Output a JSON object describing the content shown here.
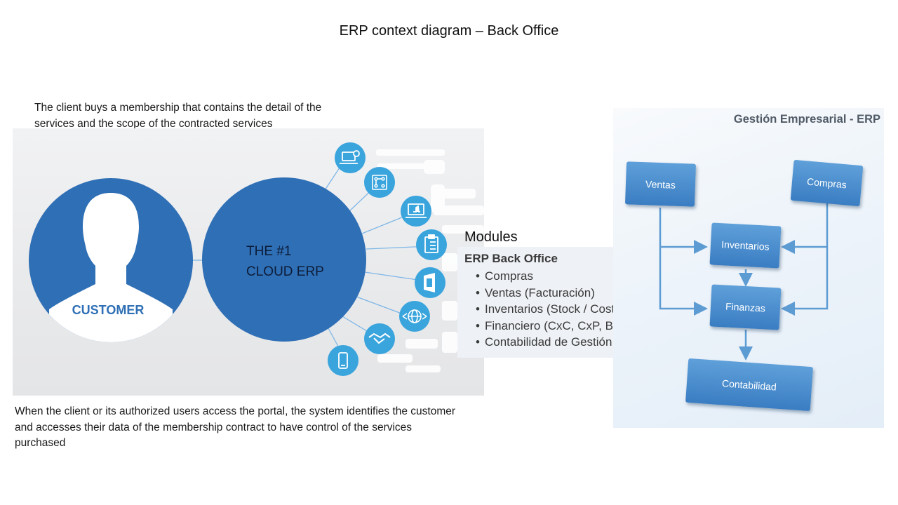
{
  "title": "ERP context diagram – Back Office",
  "captions": {
    "top": "The client buys a membership that contains the detail of the services and the scope of the contracted services",
    "bottom": "When the client or its authorized users access the portal, the system identifies the customer and accesses their data of the membership contract to have control of the services purchased"
  },
  "hub": {
    "customer_label": "CUSTOMER",
    "cloud_label_line1": "THE #1",
    "cloud_label_line2": "CLOUD ERP",
    "satellite_icons": [
      "laptop-cloud-icon",
      "circuit-board-icon",
      "laptop-thumbs-up-icon",
      "clipboard-checklist-icon",
      "office-document-icon",
      "globe-arrows-icon",
      "handshake-icon",
      "mobile-phone-icon"
    ],
    "colors": {
      "primary": "#2f6fb5",
      "satellite": "#3aa4dd"
    }
  },
  "modules": {
    "title": "Modules",
    "heading": "ERP Back Office",
    "items": [
      "Compras",
      "Ventas (Facturación)",
      "Inventarios (Stock / Costos)",
      "Financiero (CxC, CxP, Bancos)",
      "Contabilidad de Gestión"
    ]
  },
  "erp_flow": {
    "title": "Gestión Empresarial - ERP",
    "boxes": {
      "ventas": "Ventas",
      "compras": "Compras",
      "inventarios": "Inventarios",
      "finanzas": "Finanzas",
      "contabilidad": "Contabilidad"
    },
    "colors": {
      "box": "#4a8fd0",
      "arrow": "#5d9bd3"
    }
  }
}
